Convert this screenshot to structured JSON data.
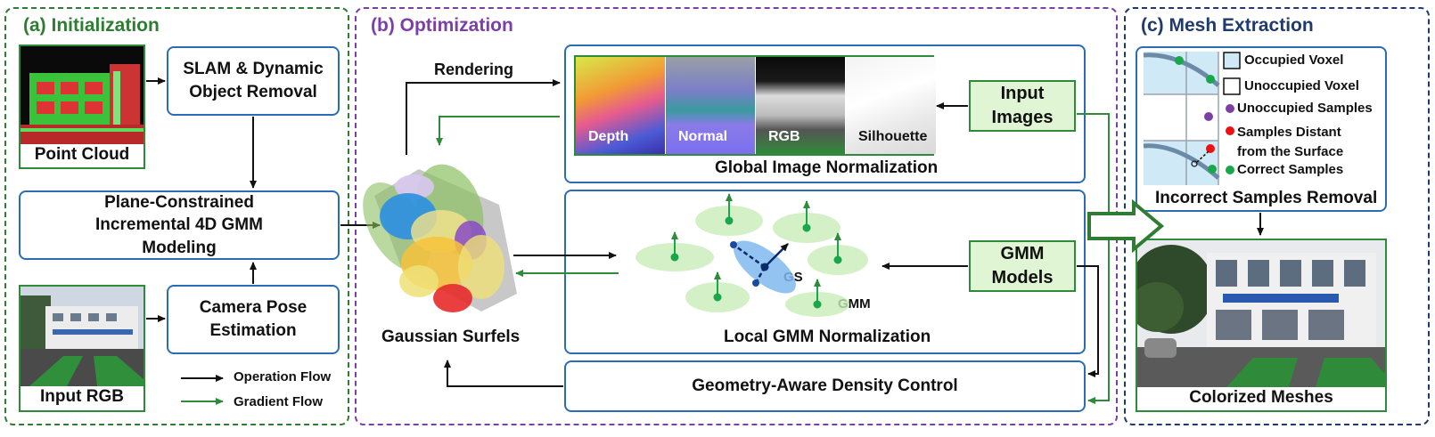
{
  "panels": {
    "init": {
      "title": "(a) Initialization",
      "color": "#2e7d32"
    },
    "opt": {
      "title": "(b) Optimization",
      "color": "#7b3fa6"
    },
    "mesh": {
      "title": "(c) Mesh Extraction",
      "color": "#1f3a6e"
    }
  },
  "init": {
    "point_cloud": "Point Cloud",
    "slam": "SLAM & Dynamic Object Removal",
    "gmm_modeling": "Plane-Constrained Incremental 4D GMM Modeling",
    "camera_pose": "Camera Pose Estimation",
    "input_rgb": "Input RGB",
    "legend": {
      "operation": "Operation Flow",
      "gradient": "Gradient Flow"
    }
  },
  "opt": {
    "rendering": "Rendering",
    "gaussian_surfels": "Gaussian Surfels",
    "tiles": [
      "Depth",
      "Normal",
      "RGB",
      "Silhouette"
    ],
    "global_norm": "Global Image Normalization",
    "input_images": "Input Images",
    "gmm_models": "GMM Models",
    "gs": "GS",
    "gmm": "GMM",
    "local_norm": "Local GMM Normalization",
    "density": "Geometry-Aware Density Control"
  },
  "mesh": {
    "legend": [
      "Occupied Voxel",
      "Unoccupied Voxel",
      "Unoccupied Samples",
      "Samples Distant from the Surface",
      "Correct Samples"
    ],
    "incorrect_removal": "Incorrect Samples Removal",
    "colorized": "Colorized Meshes"
  },
  "colors": {
    "operation": "#111111",
    "gradient": "#2e8b3a",
    "box_border": "#2a6db5",
    "purple": "#7b3fa6",
    "red": "#e11",
    "green_dot": "#1aa64a"
  }
}
